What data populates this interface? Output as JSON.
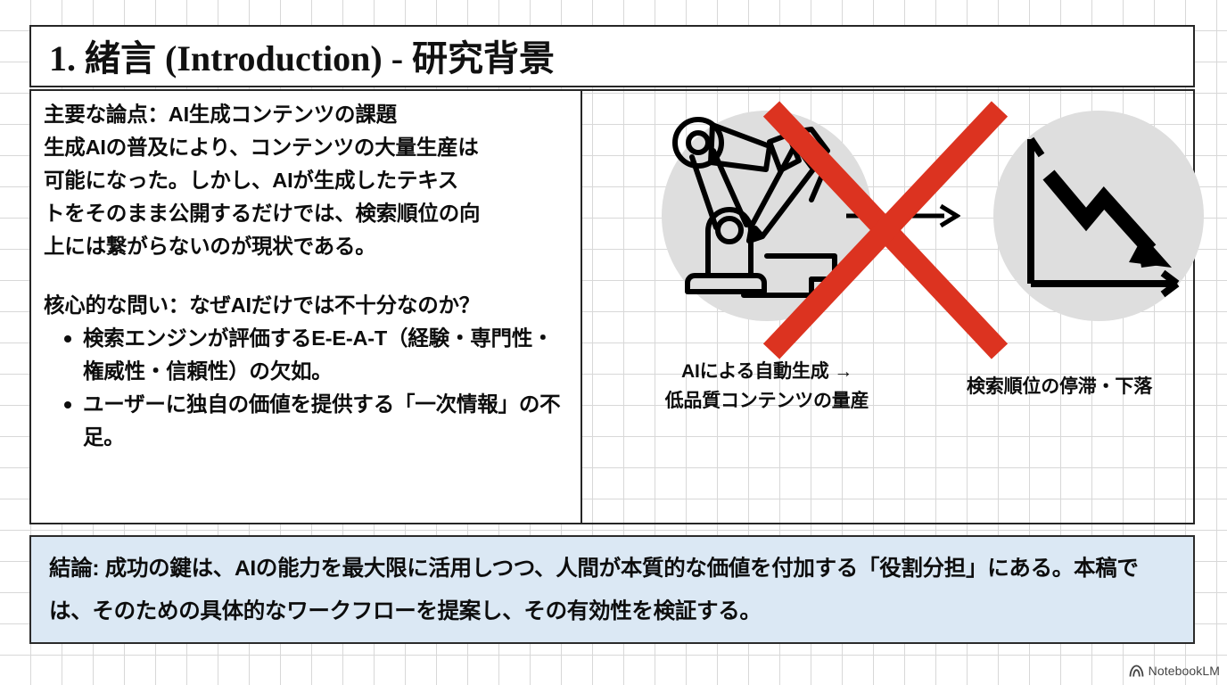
{
  "slide": {
    "title": "1. 緒言 (Introduction) - 研究背景"
  },
  "left_panel": {
    "heading_1": "主要な論点：AI生成コンテンツの課題",
    "paragraph_lines": [
      "生成AIの普及により、コンテンツの大量生産は",
      "可能になった。しかし、AIが生成したテキス",
      "トをそのまま公開するだけでは、検索順位の向",
      "上には繋がらないのが現状である。"
    ],
    "heading_2": "核心的な問い：なぜAIだけでは不十分なのか？",
    "bullets": [
      "検索エンジンが評価するE-E-A-T（経験・専門性・権威性・信頼性）の欠如。",
      "ユーザーに独自の価値を提供する「一次情報」の不足。"
    ]
  },
  "diagram": {
    "left_icon_name": "robot-arm-writing-icon",
    "right_icon_name": "declining-chart-icon",
    "arrow_name": "right-arrow",
    "cross_name": "red-x-cross",
    "caption_left_line_1": "AIによる自動生成 →",
    "caption_left_line_2": "低品質コンテンツの量産",
    "caption_right": "検索順位の停滞・下落",
    "colors": {
      "cross_red": "#DC3320",
      "circle_gray": "#DEDEDE",
      "icon_black": "#000000"
    }
  },
  "conclusion": {
    "text": "結論: 成功の鍵は、AIの能力を最大限に活用しつつ、人間が本質的な価値を付加する「役割分担」にある。本稿では、そのための具体的なワークフローを提案し、その有効性を検証する。",
    "background_color": "#DBE8F4"
  },
  "watermark": {
    "label": "NotebookLM",
    "icon_name": "notebooklm-logo-icon"
  }
}
